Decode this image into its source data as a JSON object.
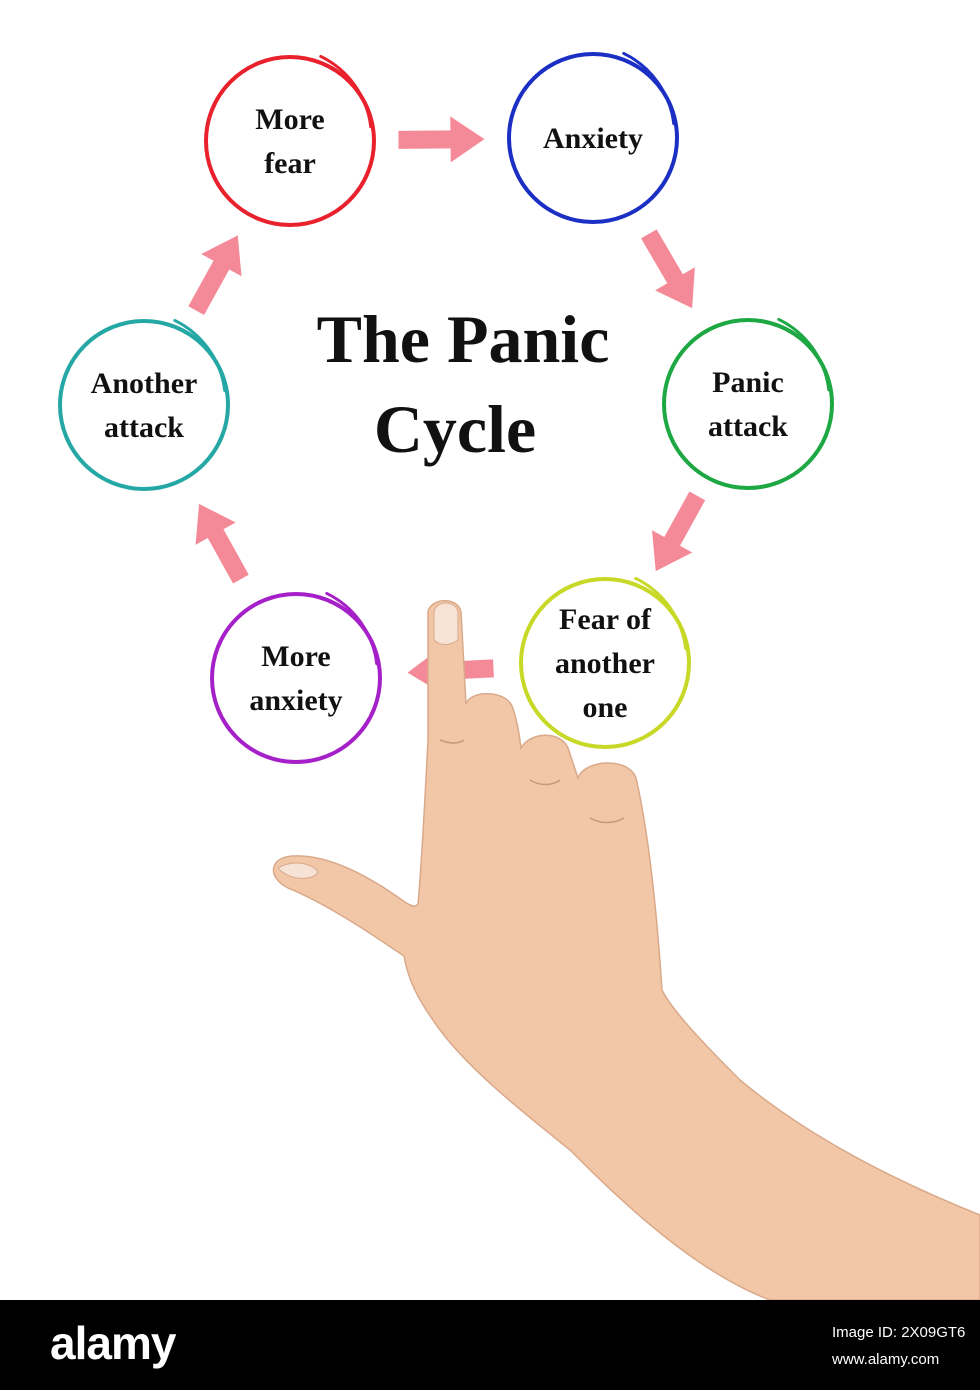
{
  "title": {
    "line1": "The Panic",
    "line2": "Cycle"
  },
  "nodes": [
    {
      "id": "more-fear",
      "lines": [
        "More",
        "fear"
      ],
      "color": "#e8212c"
    },
    {
      "id": "anxiety",
      "lines": [
        "Anxiety"
      ],
      "color": "#1c2fc4"
    },
    {
      "id": "panic-attack",
      "lines": [
        "Panic",
        "attack"
      ],
      "color": "#1ea843"
    },
    {
      "id": "fear-of-another-one",
      "lines": [
        "Fear of",
        "another",
        "one"
      ],
      "color": "#c8d826"
    },
    {
      "id": "more-anxiety",
      "lines": [
        "More",
        "anxiety"
      ],
      "color": "#a620c9"
    },
    {
      "id": "another-attack",
      "lines": [
        "Another",
        "attack"
      ],
      "color": "#25a8a5"
    }
  ],
  "arrows": [
    {
      "from": "more-fear",
      "to": "anxiety"
    },
    {
      "from": "anxiety",
      "to": "panic-attack"
    },
    {
      "from": "panic-attack",
      "to": "fear-of-another-one"
    },
    {
      "from": "fear-of-another-one",
      "to": "more-anxiety"
    },
    {
      "from": "more-anxiety",
      "to": "another-attack"
    },
    {
      "from": "another-attack",
      "to": "more-fear"
    }
  ],
  "arrow_color": "#f48a98",
  "hand_color": "#f1c7a8",
  "footer": {
    "logo": "alamy",
    "image_id": "Image ID: 2X09GT6",
    "url": "www.alamy.com"
  }
}
